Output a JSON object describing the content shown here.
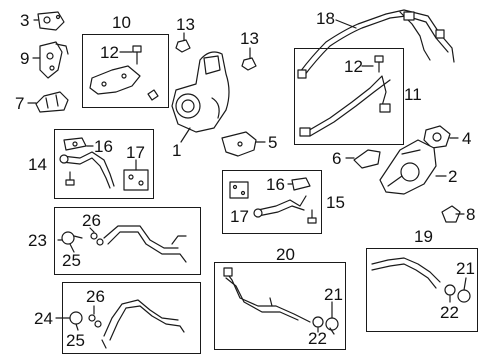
{
  "callouts": {
    "c1": "1",
    "c2": "2",
    "c3": "3",
    "c4": "4",
    "c5": "5",
    "c6": "6",
    "c7": "7",
    "c8": "8",
    "c9": "9",
    "c10": "10",
    "c11": "11",
    "c12a": "12",
    "c12b": "12",
    "c13a": "13",
    "c13b": "13",
    "c14": "14",
    "c15": "15",
    "c16a": "16",
    "c16b": "16",
    "c17a": "17",
    "c17b": "17",
    "c18": "18",
    "c19": "19",
    "c20": "20",
    "c21a": "21",
    "c21b": "21",
    "c22a": "22",
    "c22b": "22",
    "c23": "23",
    "c24": "24",
    "c25a": "25",
    "c25b": "25",
    "c26a": "26",
    "c26b": "26"
  },
  "colors": {
    "line": "#1a1a1a",
    "part_fill": "#ffffff",
    "text": "#111111"
  },
  "part_icons": [
    "turbocharger-icon",
    "heat-shield-icon",
    "gasket-icon",
    "bracket-icon",
    "oil-tube-icon",
    "hose-assembly-icon",
    "bolt-icon",
    "clamp-icon",
    "fitting-icon"
  ]
}
